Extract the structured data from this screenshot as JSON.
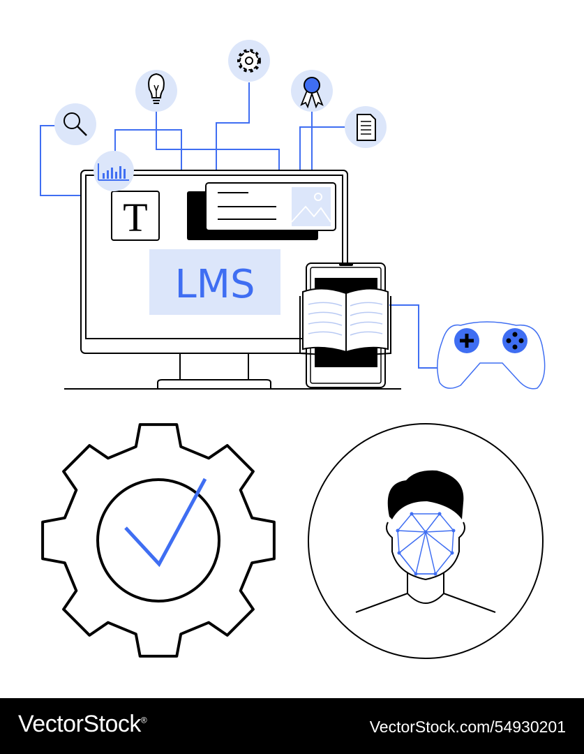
{
  "illustration": {
    "screen_label": "LMS",
    "text_icon_letter": "T",
    "colors": {
      "accent": "#3f6ef2",
      "accent_light": "#dce6fa",
      "line": "#000000",
      "background": "#ffffff"
    },
    "icons": [
      "search-icon",
      "bar-chart-icon",
      "lightbulb-icon",
      "gear-icon",
      "award-ribbon-icon",
      "document-icon",
      "text-icon",
      "image-icon",
      "open-book-icon",
      "game-controller-icon",
      "gear-checkmark-icon",
      "face-recognition-icon"
    ]
  },
  "footer": {
    "brand": "VectorStock",
    "registered_mark": "®",
    "image_id": "VectorStock.com/54930201"
  }
}
